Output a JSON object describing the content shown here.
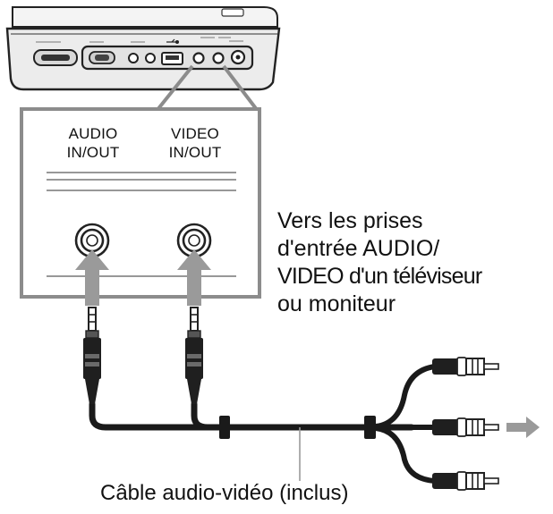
{
  "ports": {
    "audio": "AUDIO\nIN/OUT",
    "video": "VIDEO\nIN/OUT"
  },
  "destination": {
    "line1": "Vers les prises",
    "line2": "d'entrée AUDIO/",
    "line3": "VIDEO d'un téléviseur",
    "line4": "ou moniteur"
  },
  "cable_label": "Câble audio-vidéo (inclus)",
  "colors": {
    "line": "#1a1a1a",
    "panel_stroke": "#8c8c8c",
    "device_fill": "#ececec",
    "arrow_gray": "#9a9a9a"
  },
  "icons": [
    "usb-icon",
    "arrow-right-icon",
    "arrow-up-icon"
  ]
}
